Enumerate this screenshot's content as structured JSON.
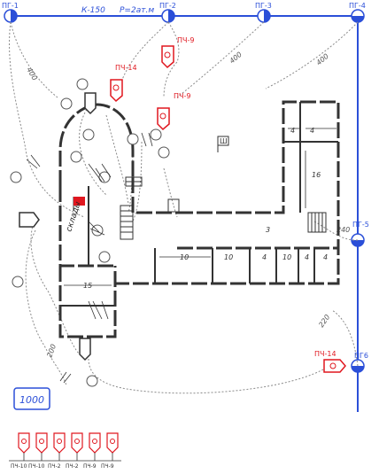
{
  "hydrant_line": {
    "label": "К-150",
    "pressure_label": "Р=2ат.м",
    "hydrants": [
      "ПГ-1",
      "ПГ-2",
      "ПГ-3",
      "ПГ-4",
      "ПГ-5",
      "ПГ6"
    ]
  },
  "hose_lengths": {
    "h1": "400",
    "h2": "400",
    "h3": "400",
    "h4": "240",
    "h5": "220",
    "h6": "200"
  },
  "trucks": {
    "t1": "ПЧ-9",
    "t2": "ПЧ-14",
    "t3": "ПЧ-9",
    "t4": "ПЧ-14"
  },
  "building": {
    "fire_room_label": "склады",
    "dims": {
      "d1": "16",
      "d2": "4",
      "d3": "4",
      "d4": "3",
      "d5": "10",
      "d6": "10",
      "d7": "4",
      "d8": "10",
      "d9": "4",
      "d10": "4",
      "d11": "15"
    }
  },
  "hq_label": "Ш",
  "scale_label": "1000",
  "units": [
    "ПЧ-10",
    "ПЧ-10",
    "ПЧ-2",
    "ПЧ-2",
    "ПЧ-9",
    "ПЧ-9"
  ],
  "colors": {
    "ink": "#333333",
    "blue": "#2b4fd8",
    "red": "#e0171f",
    "hose": "#8a8a8a"
  }
}
